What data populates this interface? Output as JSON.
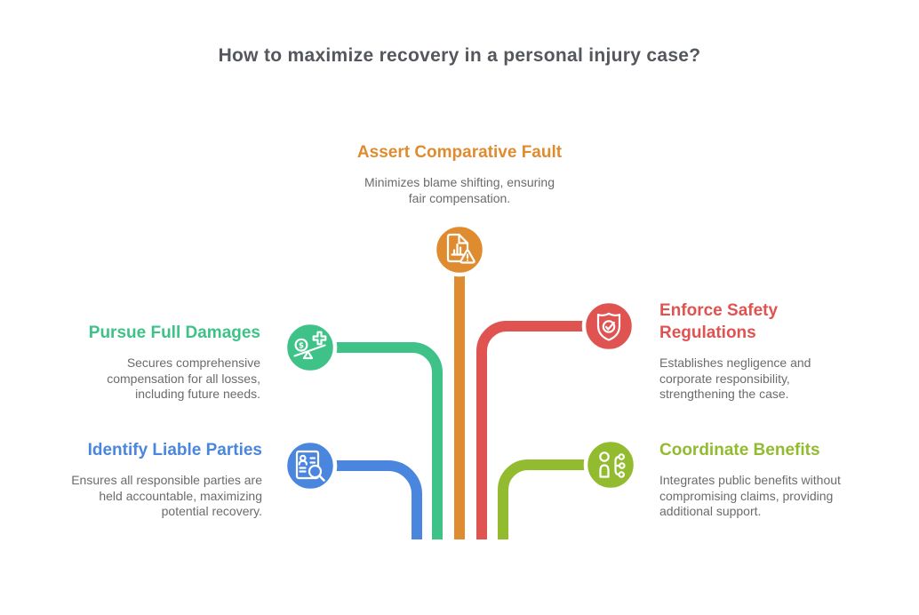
{
  "title": "How to maximize recovery in a personal injury case?",
  "colors": {
    "title-color": "#54575b",
    "desc-color": "#6b6b6b",
    "col-orange": "#df8c30",
    "col-green": "#3ec287",
    "col-blue": "#4a86dd",
    "col-red": "#df5350",
    "col-olive": "#92bb30"
  },
  "items": [
    {
      "id": "assert-comparative-fault",
      "title": "Assert Comparative Fault",
      "description": "Minimizes blame shifting, ensuring\nfair compensation.",
      "color": "#df8c30",
      "icon": "document-warning-icon"
    },
    {
      "id": "pursue-full-damages",
      "title": "Pursue Full Damages",
      "description": "Secures comprehensive\ncompensation for all losses,\nincluding future needs.",
      "color": "#3ec287",
      "icon": "balance-money-health-icon"
    },
    {
      "id": "identify-liable-parties",
      "title": "Identify Liable Parties",
      "description": "Ensures all responsible parties are\nheld accountable, maximizing\npotential recovery.",
      "color": "#4a86dd",
      "icon": "document-search-icon"
    },
    {
      "id": "enforce-safety-regulations",
      "title": "Enforce Safety\nRegulations",
      "description": "Establishes negligence and\ncorporate responsibility,\nstrengthening the case.",
      "color": "#df5350",
      "icon": "shield-check-icon"
    },
    {
      "id": "coordinate-benefits",
      "title": "Coordinate Benefits",
      "description": "Integrates public benefits without\ncompromising claims, providing\nadditional support.",
      "color": "#92bb30",
      "icon": "person-network-icon"
    }
  ]
}
